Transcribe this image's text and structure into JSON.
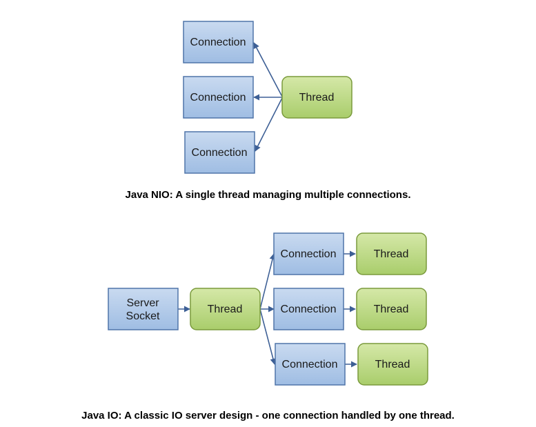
{
  "colors": {
    "connection_fill_top": "#c9daf0",
    "connection_fill_bottom": "#9fbde3",
    "connection_stroke": "#4f74a8",
    "thread_fill_top": "#d5e8a8",
    "thread_fill_bottom": "#a9cd6b",
    "thread_stroke": "#7a9a3c",
    "arrow": "#3d5f95"
  },
  "nio": {
    "connections": [
      "Connection",
      "Connection",
      "Connection"
    ],
    "thread": "Thread",
    "caption": "Java NIO: A single thread managing multiple connections."
  },
  "io": {
    "server_socket": [
      "Server",
      "Socket"
    ],
    "acceptor_thread": "Thread",
    "rows": [
      {
        "connection": "Connection",
        "thread": "Thread"
      },
      {
        "connection": "Connection",
        "thread": "Thread"
      },
      {
        "connection": "Connection",
        "thread": "Thread"
      }
    ],
    "caption": "Java IO: A classic IO server design - one connection handled by one thread."
  }
}
